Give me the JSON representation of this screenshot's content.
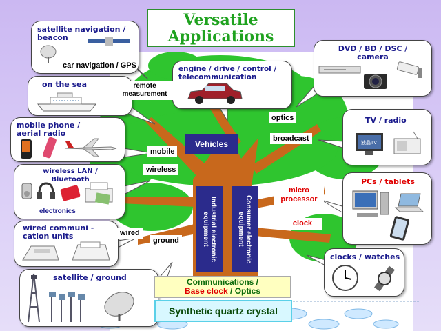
{
  "title": {
    "line1": "Versatile",
    "line2": "Applications"
  },
  "callouts": {
    "satellite_nav": {
      "title": "satellite navigation / beacon",
      "sub": "car navigation / GPS"
    },
    "sea": {
      "title": "on the sea"
    },
    "mobile_phone": {
      "title": "mobile phone / aerial radio"
    },
    "wireless_lan": {
      "title": "wireless LAN / Bluetooth",
      "sub": "electronics"
    },
    "wired": {
      "title": "wired communi - cation units"
    },
    "satellite_ground": {
      "title": "satellite / ground"
    },
    "engine": {
      "title": "engine / drive / control / telecommunication"
    },
    "dvd": {
      "title": "DVD / BD / DSC / camera"
    },
    "tv": {
      "title": "TV / radio",
      "screen_text": "液晶TV"
    },
    "pcs": {
      "title": "PCs / tablets"
    },
    "clocks": {
      "title": "clocks / watches"
    }
  },
  "tree_labels": {
    "remote_measurement": "remote measurement",
    "mobile": "mobile",
    "wireless": "wireless",
    "wired": "wired",
    "ground": "ground",
    "vehicles": "Vehicles",
    "optics": "optics",
    "broadcast": "broadcast",
    "microprocessor": "micro processor",
    "clock": "clock"
  },
  "trunk": {
    "industrial": "Industrial electronic equipment",
    "consumer": "Consumer electronic equipment"
  },
  "base": {
    "line1": "Communications /",
    "line2_red": "Base clock",
    "line2_sep": " / ",
    "line2_optics": "Optics",
    "crystal": "Synthetic quartz crystal"
  },
  "colors": {
    "tree_green": "#2fc52f",
    "trunk_brown": "#c8681c",
    "title_green": "#1fa21f",
    "navy": "#2b2b8c",
    "red_text": "#e00000"
  }
}
